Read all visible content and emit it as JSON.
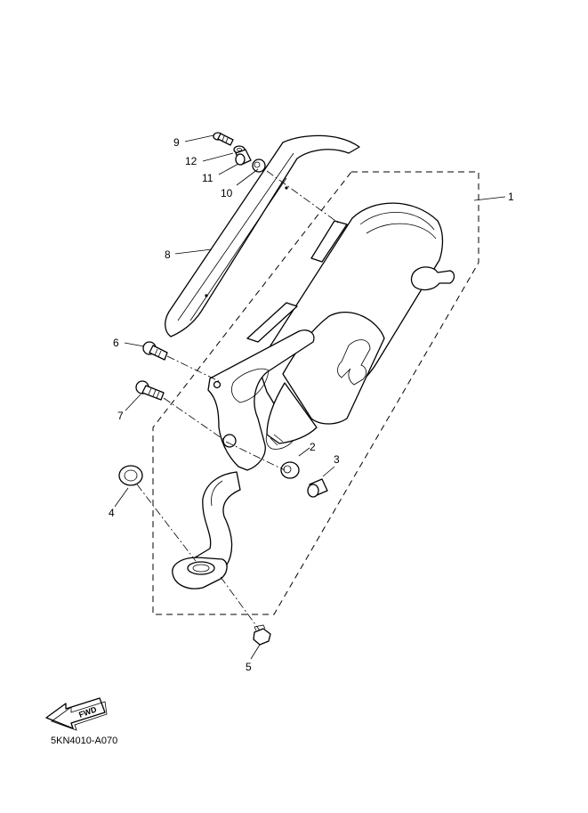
{
  "callouts": {
    "p1": "1",
    "p2": "2",
    "p3": "3",
    "p4": "4",
    "p5": "5",
    "p6": "6",
    "p7": "7",
    "p8": "8",
    "p9": "9",
    "p10": "10",
    "p11": "11",
    "p12": "12"
  },
  "fwd_label": "FWD",
  "drawing_code": "5KN4010-A070"
}
